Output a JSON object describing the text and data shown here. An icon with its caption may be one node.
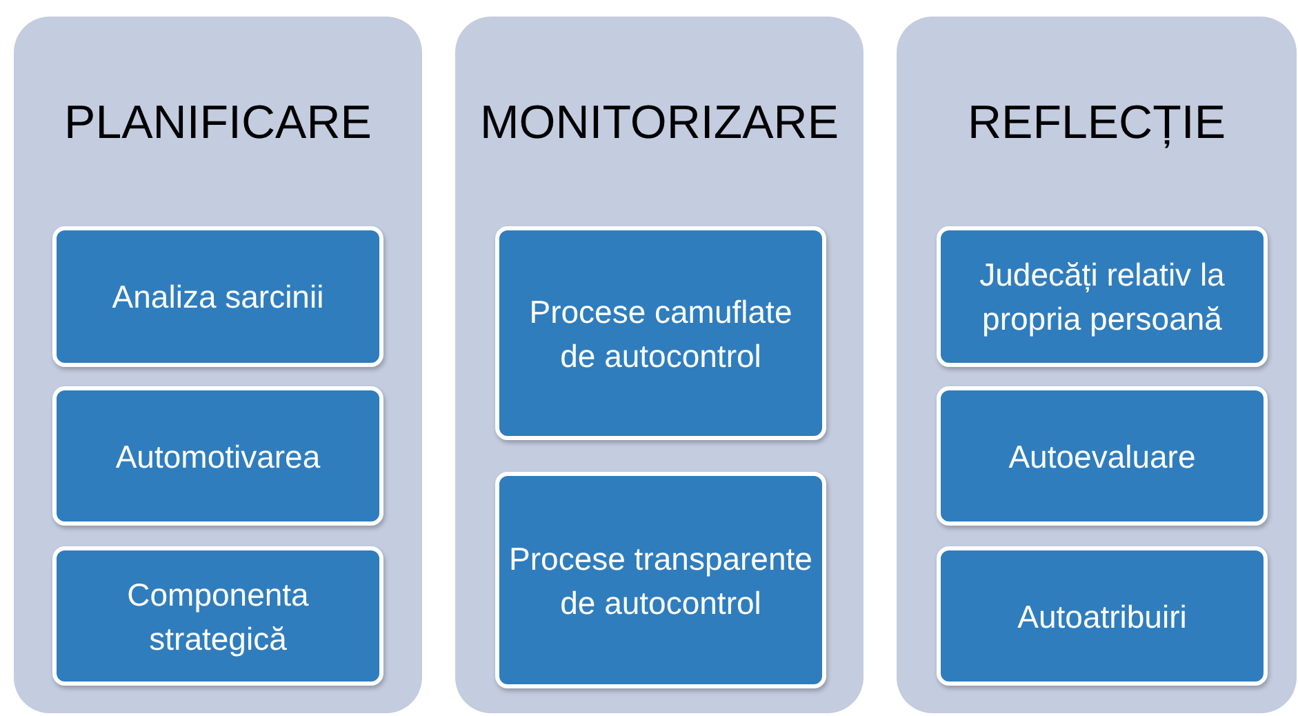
{
  "diagram": {
    "nodes": [
      {
        "text": [
          "PLANIFICARE"
        ]
      },
      {
        "text": [
          "Analiza sarcinii"
        ],
        "in": 0
      },
      {
        "text": [
          "Automotivarea"
        ],
        "in": 0
      },
      {
        "text": [
          "Componenta strategică"
        ],
        "in": 0
      },
      {
        "text": [
          "MONITORIZARE"
        ]
      },
      {
        "text": [
          "Procese camuflate de autocontrol"
        ],
        "in": 4
      },
      {
        "text": [
          "Procese transparente de autocontrol"
        ],
        "in": 4
      },
      {
        "text": [
          "REFLECȚIE"
        ]
      },
      {
        "text": [
          "Judecăți relativ la propria persoană"
        ],
        "in": 7
      },
      {
        "text": [
          "Autoevaluare"
        ],
        "in": 7
      },
      {
        "text": [
          "Autoatribuiri"
        ],
        "in": 7
      }
    ]
  }
}
